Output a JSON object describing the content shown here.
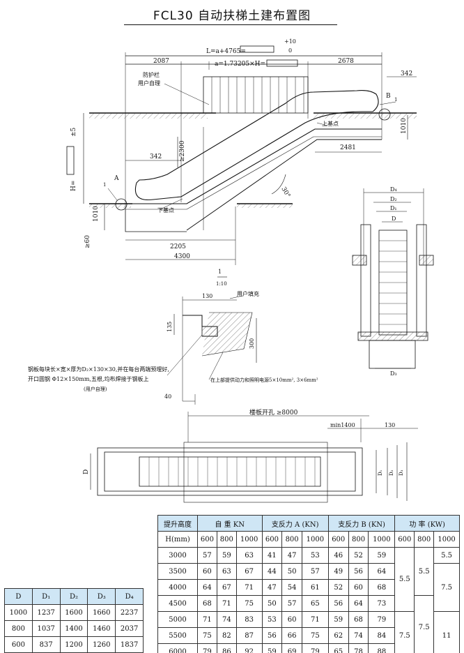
{
  "title": "FCL30 自动扶梯土建布置图",
  "top_dims": {
    "total_length": "L=a+4765=",
    "tolerance_plus": "+10",
    "tolerance_zero": "0",
    "left_segment": "2087",
    "middle_segment": "a=1.73205×H=",
    "right_segment": "2678",
    "right_overhang": "342"
  },
  "labels": {
    "railing": "防护栏",
    "railing_owner": "用户自理",
    "upper_point": "上基点",
    "lower_point": "下基点",
    "point_b": "B",
    "point_a": "A",
    "callout_1a": "1",
    "callout_1b": "1",
    "height_h": "H=",
    "height_tol": "±5",
    "pit_2300": "≥2300",
    "dim_342_left": "342",
    "dim_2481": "2481",
    "dim_1010_left": "1010",
    "dim_1010_right": "1010",
    "dim_60": "≥60",
    "dim_2205": "2205",
    "dim_4300": "4300",
    "angle": "30°"
  },
  "detail": {
    "scale_num": "1",
    "scale_den": "1:10",
    "dim_130": "130",
    "fill_label": "用户填充",
    "dim_135": "135",
    "dim_300": "300",
    "dim_40": "40",
    "note_line1": "钢板每块长×宽×厚为D₂×130×30,并在每台两端预埋好,",
    "note_line2": "开口圆钢 Φ12×150mm,五根,均布焊接于钢板上",
    "note_line3": "(用户自理)",
    "power_note": "在上部提供动力和照明电源5×10mm², 3×6mm²"
  },
  "section": {
    "d4": "D₄",
    "d2": "D₂",
    "d1": "D₁",
    "d": "D",
    "d3": "D₃"
  },
  "plan": {
    "opening": "楼板开孔 ≥8000",
    "min_1400": "min1400",
    "dim_130": "130",
    "d": "D",
    "d1": "D₁",
    "d2": "D₂",
    "d3": "D₃"
  },
  "main_table": {
    "headers": [
      "提升高度",
      "自 重 KN",
      "支反力 A (KN)",
      "支反力 B (KN)",
      "功 率 (KW)"
    ],
    "unit": "H(mm)",
    "widths": [
      "600",
      "800",
      "1000",
      "600",
      "800",
      "1000",
      "600",
      "800",
      "1000",
      "600",
      "800",
      "1000"
    ],
    "rows": [
      [
        "3000",
        "57",
        "59",
        "63",
        "41",
        "47",
        "53",
        "46",
        "52",
        "59"
      ],
      [
        "3500",
        "60",
        "63",
        "67",
        "44",
        "50",
        "57",
        "49",
        "56",
        "64"
      ],
      [
        "4000",
        "64",
        "67",
        "71",
        "47",
        "54",
        "61",
        "52",
        "60",
        "68"
      ],
      [
        "4500",
        "68",
        "71",
        "75",
        "50",
        "57",
        "65",
        "56",
        "64",
        "73"
      ],
      [
        "5000",
        "71",
        "74",
        "83",
        "53",
        "60",
        "71",
        "59",
        "68",
        "79"
      ],
      [
        "5500",
        "75",
        "82",
        "87",
        "56",
        "66",
        "75",
        "62",
        "74",
        "84"
      ],
      [
        "6000",
        "79",
        "86",
        "92",
        "59",
        "69",
        "79",
        "65",
        "78",
        "88"
      ]
    ],
    "power": {
      "p600_top": "5.5",
      "p600_bot": "7.5",
      "p800_top": "5.5",
      "p800_bot": "7.5",
      "p1000_a": "5.5",
      "p1000_b": "7.5",
      "p1000_c": "11"
    }
  },
  "d_table": {
    "headers": [
      "D",
      "D₁",
      "D₂",
      "D₃",
      "D₄"
    ],
    "rows": [
      [
        "1000",
        "1237",
        "1600",
        "1660",
        "2237"
      ],
      [
        "800",
        "1037",
        "1400",
        "1460",
        "2037"
      ],
      [
        "600",
        "837",
        "1200",
        "1260",
        "1837"
      ]
    ]
  },
  "colors": {
    "table_header": "#cfe6f5",
    "line": "#111111"
  }
}
